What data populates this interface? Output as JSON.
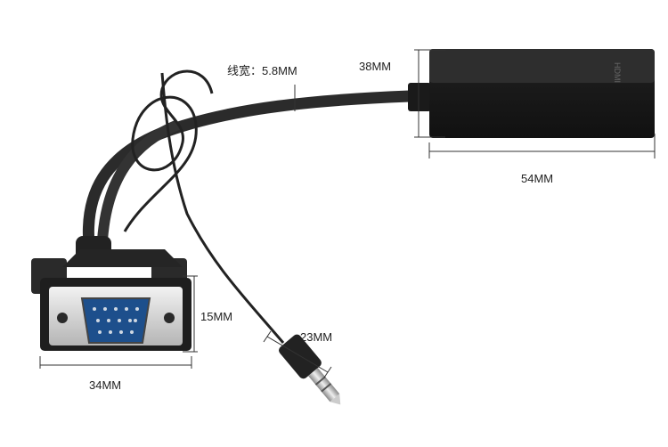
{
  "annotations": {
    "cable_width": "线宽：5.8MM",
    "adapter_height": "38MM",
    "adapter_length": "54MM",
    "vga_height": "15MM",
    "vga_width": "34MM",
    "audio_jack_size": "23MM"
  },
  "adapter_print": "HDMI",
  "colors": {
    "cable": "#2a2a2a",
    "adapter": "#1c1c1c",
    "vga_pins": "#1d4f8c",
    "dimension_line": "#333333"
  }
}
